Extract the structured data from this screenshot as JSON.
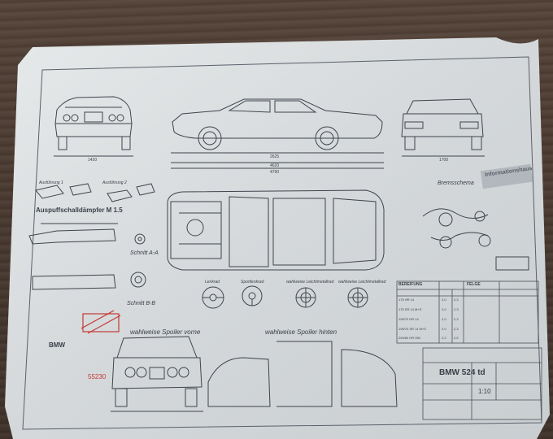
{
  "blueprint": {
    "model_badge": "BMW 524 td",
    "scale": "1:10",
    "brand": "BMW",
    "serial": "55230",
    "sections": {
      "auspuff": "Auspuffschalldämpfer M 1.5",
      "schnitt_a": "Schnitt A-A",
      "schnitt_b": "Schnitt B-B",
      "bremsschema": "Bremsschema",
      "lenkrad": "Lenkrad",
      "sportlenkrad": "Sportlenkrad",
      "leichtmetall_1": "wahlweise Leichtmetallrad",
      "leichtmetall_2": "wahlweise Leichtmetallrad",
      "spoiler_vorne": "wahlweise Spoiler vorne",
      "spoiler_hinten": "wahlweise Spoiler hinten",
      "bereifung": "BEREIFUNG",
      "felge": "FELGE",
      "ausfuhrung_1": "Ausführung 1",
      "ausfuhrung_2": "Ausführung 2"
    },
    "dimensions": [
      "2625",
      "4620",
      "4790",
      "1700",
      "1420"
    ],
    "stamp_text": "Informationshaus",
    "tire_table": {
      "rows": [
        [
          "175 HR 14",
          "2,0",
          "2,3"
        ],
        [
          "175 SR 14 M+S",
          "2,0",
          "2,3"
        ],
        [
          "195/70 HR 14",
          "2,0",
          "2,3"
        ],
        [
          "195/70 SR 14 M+S",
          "2,0",
          "2,3"
        ],
        [
          "200/60 HR 390",
          "2,2",
          "2,5"
        ]
      ]
    }
  },
  "colors": {
    "paper": "#d8dcde",
    "ink": "#3a3f48",
    "stamp_red": "#c23a34",
    "wood": "#4b3b31"
  }
}
